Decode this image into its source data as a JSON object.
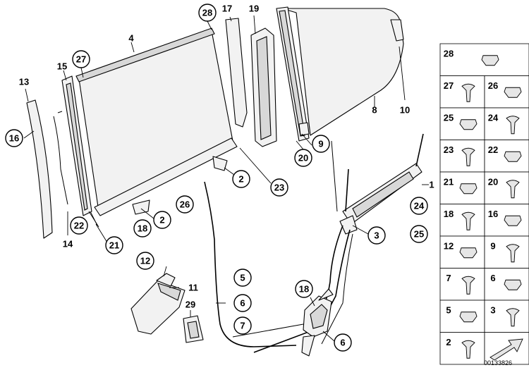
{
  "callouts": {
    "c28": "28",
    "c17": "17",
    "c19": "19",
    "c4": "4",
    "c27": "27",
    "c15": "15",
    "c13": "13",
    "c16": "16",
    "c8": "8",
    "c10": "10",
    "c9": "9",
    "c20": "20",
    "c2a": "2",
    "c23": "23",
    "c26": "26",
    "c2b": "2",
    "c18a": "18",
    "c22": "22",
    "c21": "21",
    "c14": "14",
    "c1": "1",
    "c24": "24",
    "c25": "25",
    "c3": "3",
    "c12": "12",
    "c11": "11",
    "c29": "29",
    "c5": "5",
    "c6a": "6",
    "c7": "7",
    "c18b": "18",
    "c6b": "6"
  },
  "legend": [
    [
      "28"
    ],
    [
      "27",
      "26"
    ],
    [
      "25",
      "24"
    ],
    [
      "23",
      "22"
    ],
    [
      "21",
      "20"
    ],
    [
      "18",
      "16"
    ],
    [
      "12",
      "9"
    ],
    [
      "7",
      "6"
    ],
    [
      "5",
      "3"
    ],
    [
      "2",
      ""
    ]
  ],
  "reference": "00133826"
}
